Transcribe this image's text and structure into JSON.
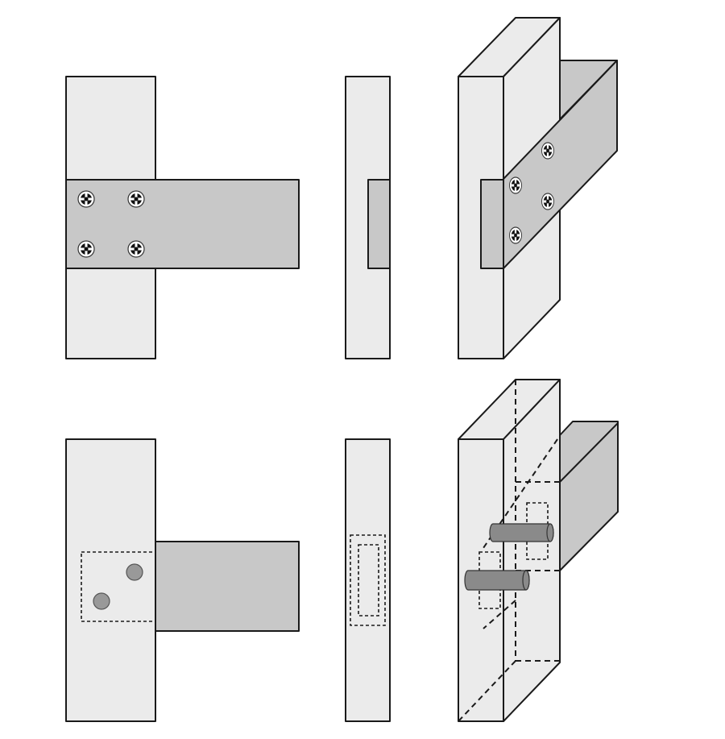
{
  "diagram": {
    "views": [
      {
        "id": "screwed-joint-front-view",
        "fastener": "screws"
      },
      {
        "id": "screwed-joint-side-view",
        "fastener": "screws"
      },
      {
        "id": "screwed-joint-isometric-view",
        "fastener": "screws"
      },
      {
        "id": "dowel-joint-front-view",
        "fastener": "dowels"
      },
      {
        "id": "dowel-joint-side-view",
        "fastener": "dowels"
      },
      {
        "id": "dowel-joint-isometric-view",
        "fastener": "dowels"
      }
    ],
    "colors": {
      "post": "#ebebeb",
      "rail": "#c8c8c8",
      "dowel": "#999999",
      "outline": "#1a1a1a"
    }
  }
}
